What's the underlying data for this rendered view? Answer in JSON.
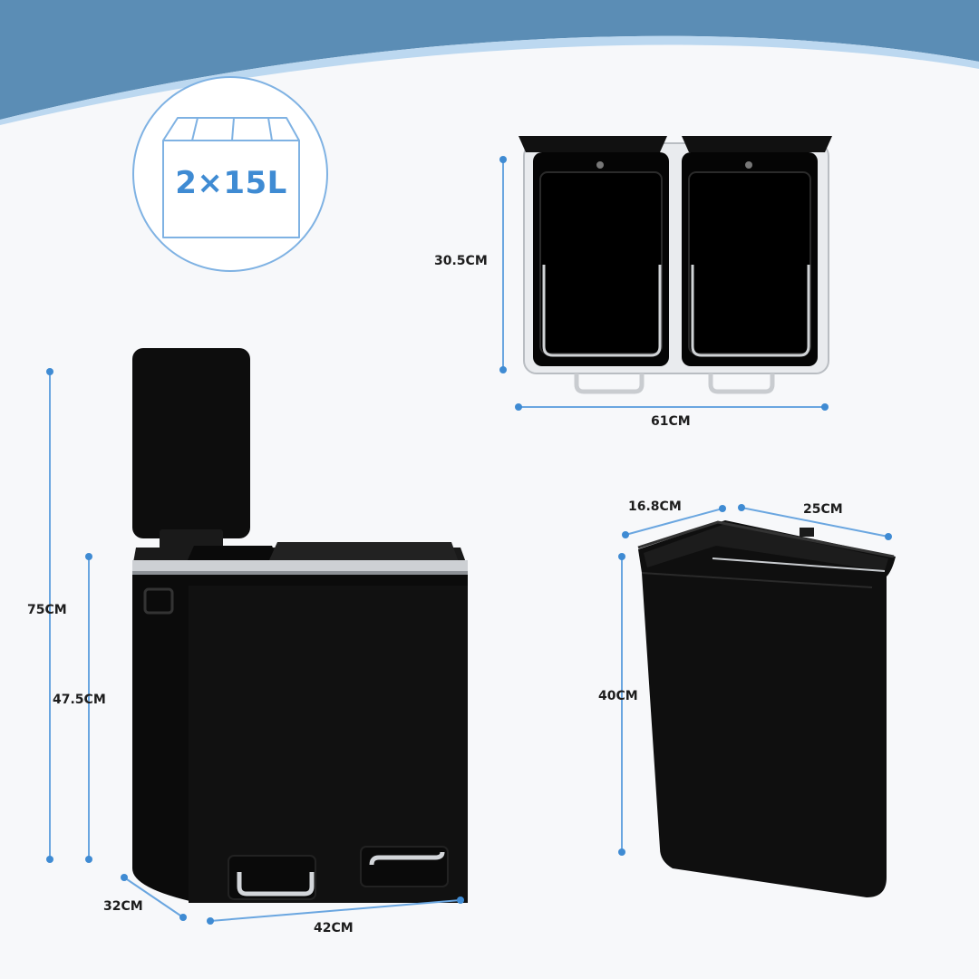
{
  "colors": {
    "accent_blue": "#3f8bd3",
    "wave_blue": "#5b8db5",
    "bin_black": "#0d0d0d",
    "steel": "#c9ccd0",
    "background": "#f7f8fa"
  },
  "capacity": {
    "label": "2×15L",
    "icon": "box-icon"
  },
  "dimensions": {
    "top_view_depth": "30.5CM",
    "top_view_width": "61CM",
    "total_height": "75CM",
    "body_height": "47.5CM",
    "depth": "32CM",
    "width": "42CM",
    "inner_depth": "16.8CM",
    "inner_width": "25CM",
    "inner_height": "40CM"
  }
}
